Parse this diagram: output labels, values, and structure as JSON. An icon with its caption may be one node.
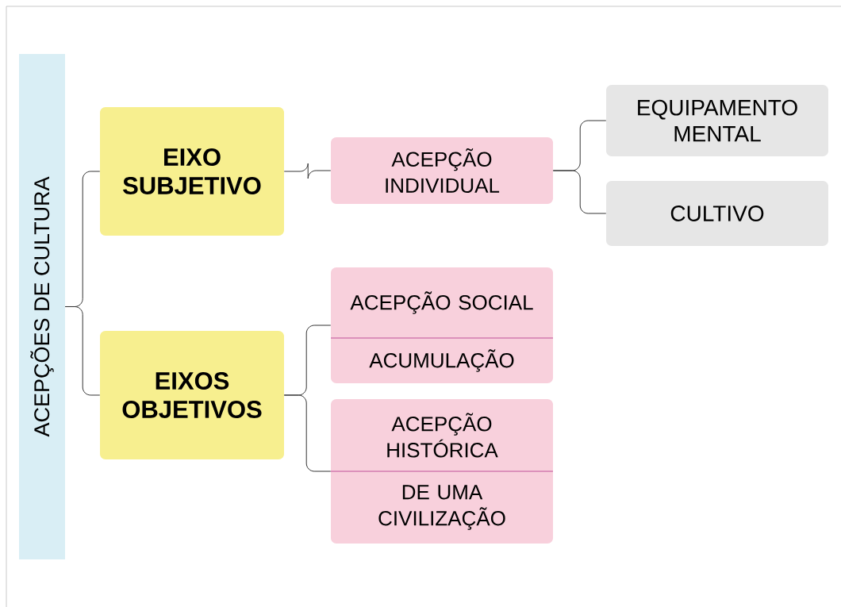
{
  "diagram": {
    "nodes": [
      {
        "text": [
          "ACEPÇÕES DE CULTURA"
        ]
      },
      {
        "text": [
          "EIXO SUBJETIVO"
        ]
      },
      {
        "text": [
          "EIXOS OBJETIVOS"
        ]
      },
      {
        "text": [
          "ACEPÇÃO INDIVIDUAL"
        ]
      },
      {
        "text": [
          "EQUIPAMENTO MENTAL"
        ]
      },
      {
        "text": [
          "CULTIVO"
        ]
      },
      {
        "text": [
          "ACEPÇÃO SOCIAL",
          "ACUMULAÇÃO"
        ]
      },
      {
        "text": [
          "ACEPÇÃO HISTÓRICA",
          "DE UMA CIVILIZAÇÃO"
        ]
      }
    ],
    "edges": [
      {
        "from": 0,
        "to": 1,
        "arrow": "none"
      },
      {
        "from": 0,
        "to": 2,
        "arrow": "none"
      },
      {
        "from": 1,
        "to": 3,
        "arrow": "none"
      },
      {
        "from": 3,
        "to": 4,
        "arrow": "none"
      },
      {
        "from": 3,
        "to": 5,
        "arrow": "none"
      },
      {
        "from": 2,
        "to": 6,
        "arrow": "none"
      },
      {
        "from": 2,
        "to": 7,
        "arrow": "none"
      }
    ]
  }
}
